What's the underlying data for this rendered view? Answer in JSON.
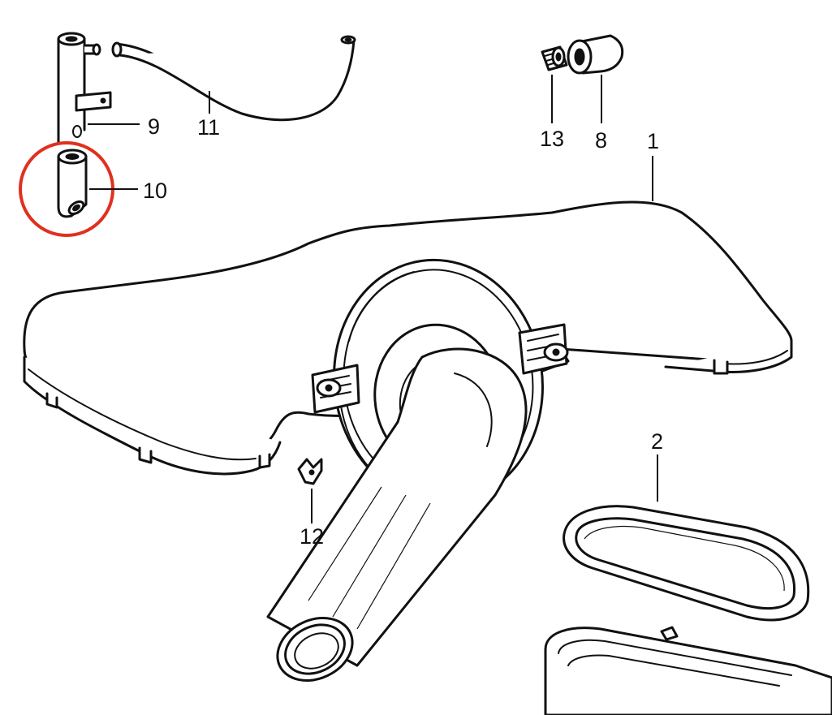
{
  "callouts": {
    "c1": "1",
    "c2": "2",
    "c8": "8",
    "c9": "9",
    "c10": "10",
    "c11": "11",
    "c12": "12",
    "c13": "13"
  },
  "highlight": {
    "target": "10",
    "color": "#e0301e"
  }
}
